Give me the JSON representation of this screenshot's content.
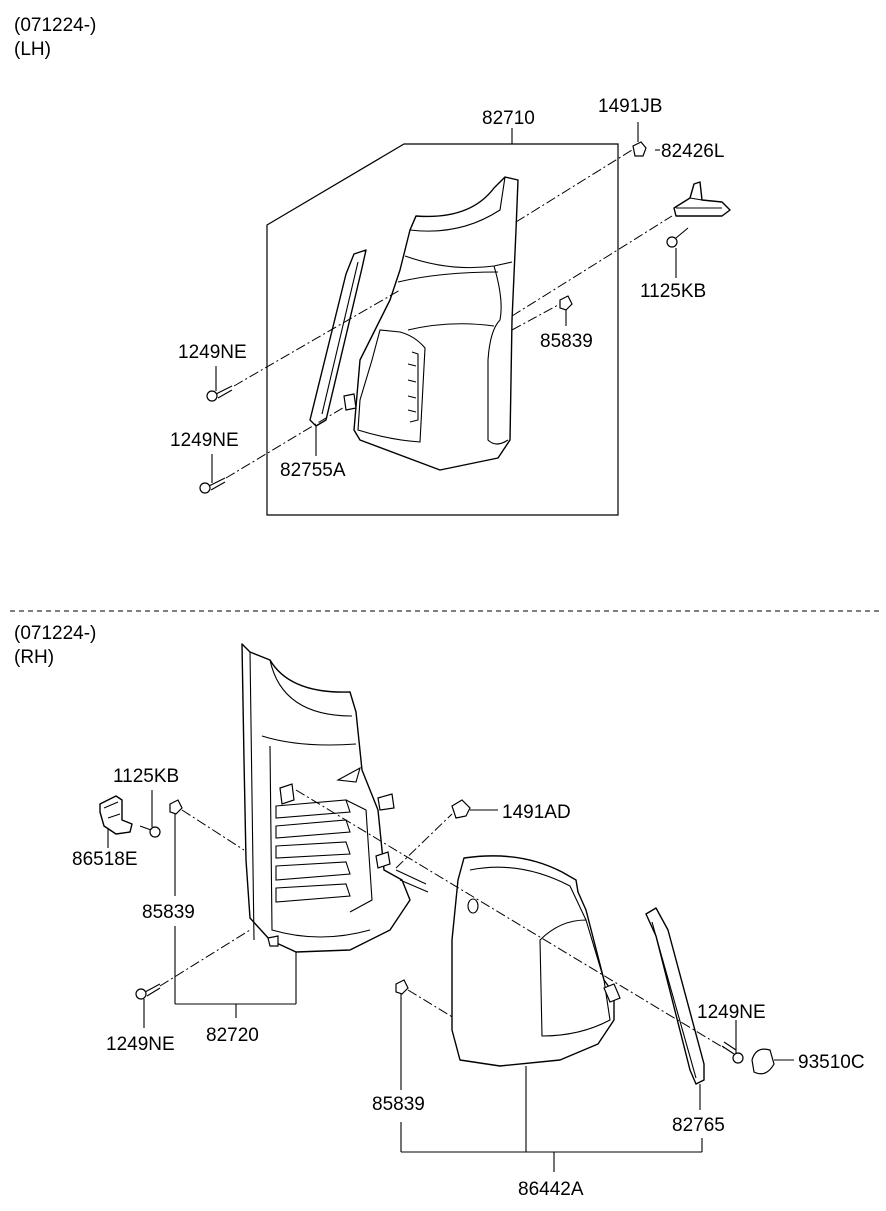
{
  "sections": {
    "lh": {
      "date_code": "(071224-)",
      "side": "(LH)"
    },
    "rh": {
      "date_code": "(071224-)",
      "side": "(RH)"
    }
  },
  "labels": {
    "lh_82710": "82710",
    "lh_1491JB": "1491JB",
    "lh_82426L": "82426L",
    "lh_1125KB": "1125KB",
    "lh_85839": "85839",
    "lh_1249NE_top": "1249NE",
    "lh_1249NE_bottom": "1249NE",
    "lh_82755A": "82755A",
    "rh_1125KB": "1125KB",
    "rh_86518E": "86518E",
    "rh_85839_left": "85839",
    "rh_1249NE_left": "1249NE",
    "rh_82720": "82720",
    "rh_1491AD": "1491AD",
    "rh_1249NE_right": "1249NE",
    "rh_93510C": "93510C",
    "rh_85839_bottom": "85839",
    "rh_82765": "82765",
    "rh_86442A": "86442A"
  }
}
